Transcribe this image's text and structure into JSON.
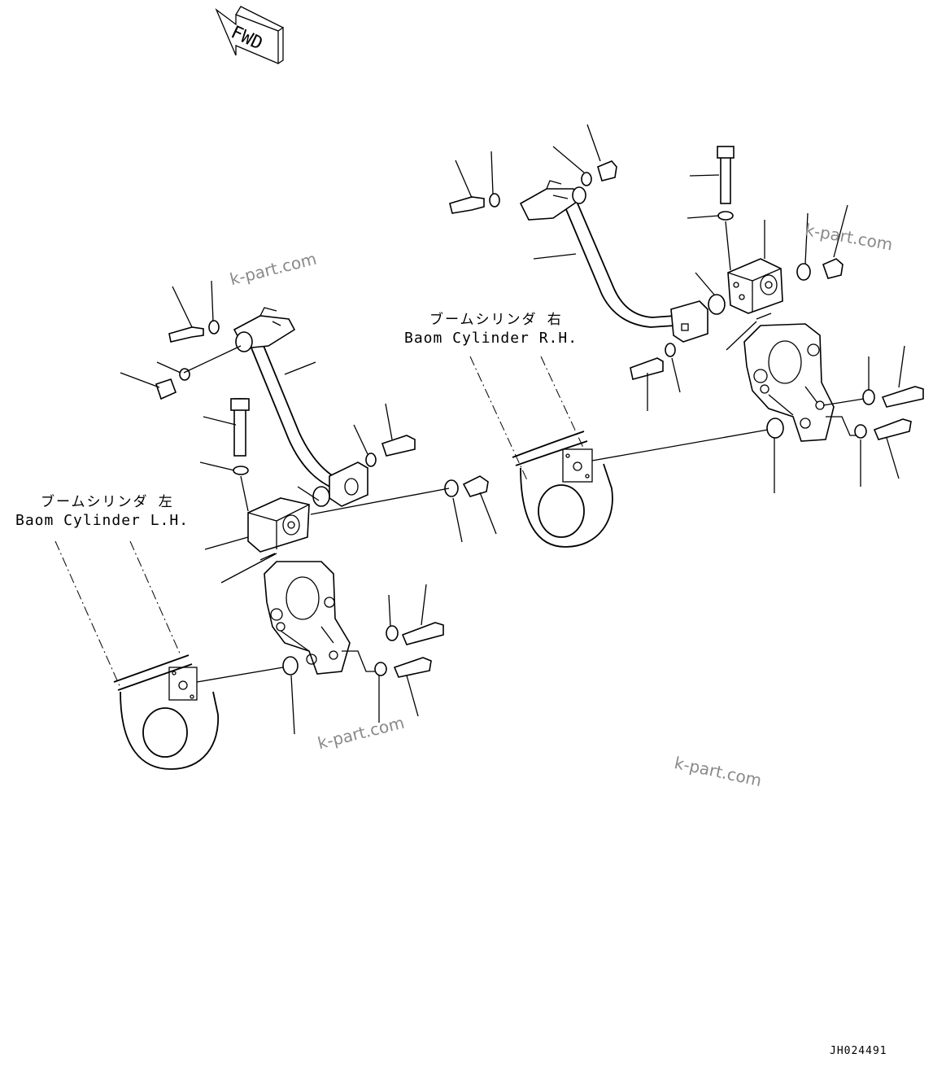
{
  "fwd_label": "FWD",
  "cylinder_right": {
    "label_jp": "ブームシリンダ 右",
    "label_en": "Baom Cylinder R.H."
  },
  "cylinder_left": {
    "label_jp": "ブームシリンダ 左",
    "label_en": "Baom Cylinder L.H."
  },
  "watermark": "k-part.com",
  "drawing_code": "JH024491"
}
